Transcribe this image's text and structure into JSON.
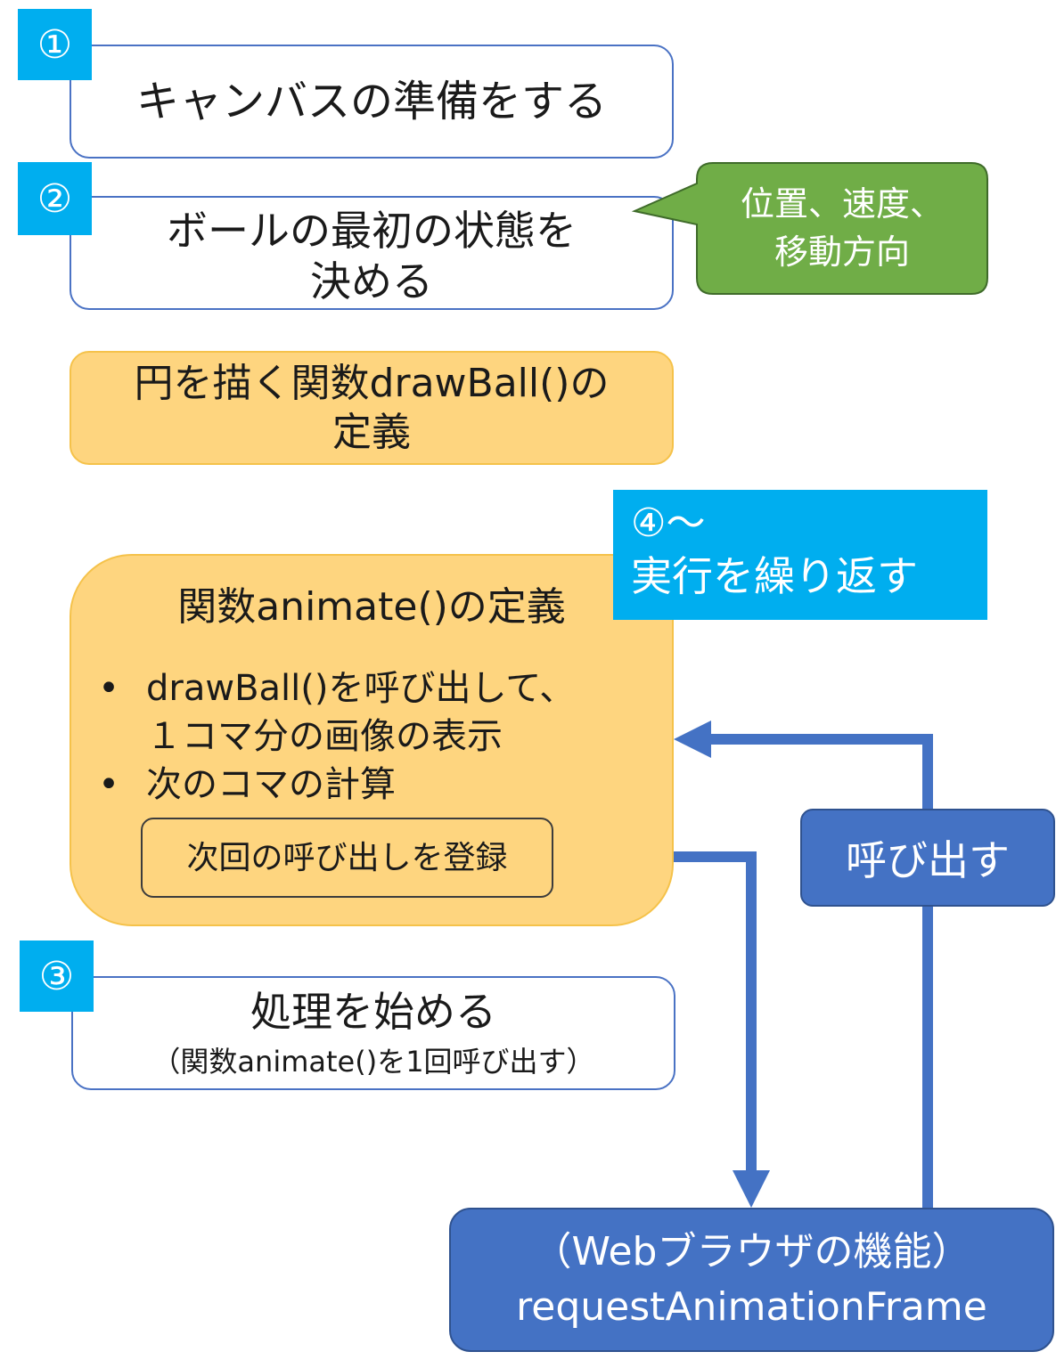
{
  "steps": {
    "step1": {
      "number": "①",
      "text": "キャンバスの準備をする"
    },
    "step2": {
      "number": "②",
      "line1": "ボールの最初の状態を",
      "line2": "決める",
      "callout_line1": "位置、速度、",
      "callout_line2": "移動方向"
    },
    "drawball": {
      "line1": "円を描く関数drawBall()の",
      "line2": "定義"
    },
    "repeat": {
      "line1": "④～",
      "line2": "実行を繰り返す"
    },
    "animate": {
      "title": "関数animate()の定義",
      "bullet_symbol": "•",
      "bullet1_line1": "drawBall()を呼び出して、",
      "bullet1_line2": "１コマ分の画像の表示",
      "bullet2": "次のコマの計算",
      "register": "次回の呼び出しを登録"
    },
    "step3": {
      "number": "③",
      "line1": "処理を始める",
      "line2": "（関数animate()を1回呼び出す）"
    }
  },
  "call": {
    "label": "呼び出す"
  },
  "browser": {
    "line1": "（Webブラウザの機能）",
    "line2": "requestAnimationFrame"
  },
  "colors": {
    "cyan": "#00aeef",
    "blue": "#4472c4",
    "orange": "#fed57f",
    "green": "#70ad47"
  }
}
